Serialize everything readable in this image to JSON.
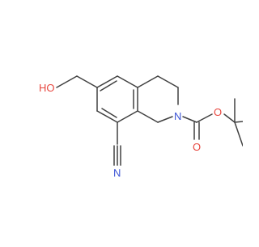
{
  "molecule": {
    "atom_labels": {
      "hydroxyl": "HO",
      "ring_nitrogen": "N",
      "nitrile_nitrogen": "N",
      "carbonyl_oxygen": "O",
      "ester_oxygen": "O"
    },
    "colors": {
      "bond": "#404040",
      "oxygen": "#e8473f",
      "nitrogen": "#3d55d6"
    }
  }
}
